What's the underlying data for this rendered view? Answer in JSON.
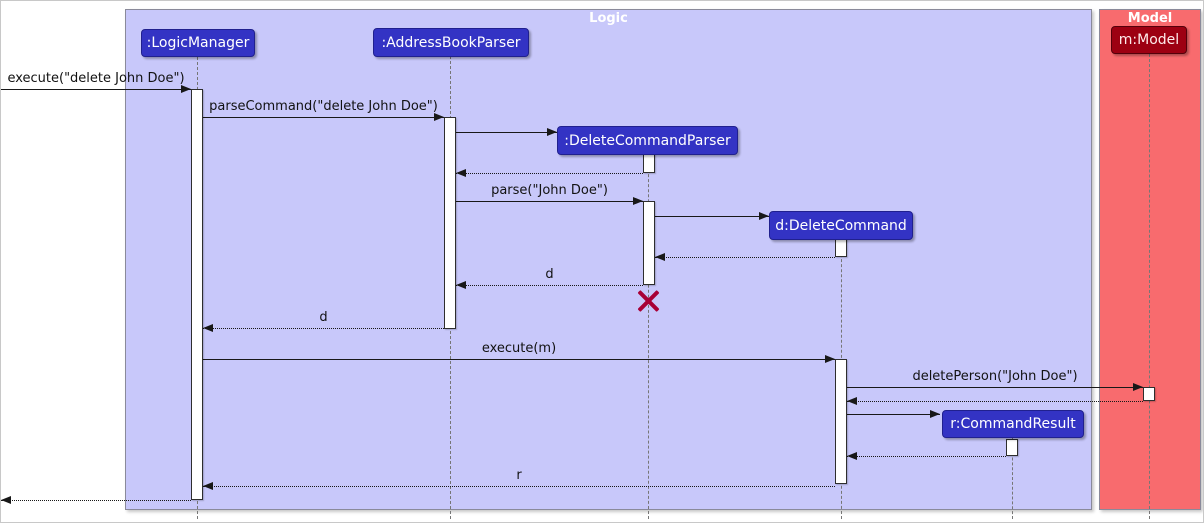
{
  "diagram": {
    "type": "uml-sequence-diagram",
    "frames": [
      {
        "title": "Logic"
      },
      {
        "title": "Model"
      }
    ],
    "participants": [
      {
        "label": ":LogicManager",
        "frame": "Logic"
      },
      {
        "label": ":AddressBookParser",
        "frame": "Logic"
      },
      {
        "label": ":DeleteCommandParser",
        "frame": "Logic"
      },
      {
        "label": "d:DeleteCommand",
        "frame": "Logic"
      },
      {
        "label": "r:CommandResult",
        "frame": "Logic"
      },
      {
        "label": "m:Model",
        "frame": "Model"
      }
    ],
    "messages": [
      {
        "label": "execute(\"delete John Doe\")",
        "kind": "call",
        "from": "(caller)",
        "to": ":LogicManager"
      },
      {
        "label": "parseCommand(\"delete John Doe\")",
        "kind": "call",
        "from": ":LogicManager",
        "to": ":AddressBookParser"
      },
      {
        "label": "",
        "kind": "create",
        "from": ":AddressBookParser",
        "to": ":DeleteCommandParser"
      },
      {
        "label": "",
        "kind": "return",
        "from": ":DeleteCommandParser",
        "to": ":AddressBookParser"
      },
      {
        "label": "parse(\"John Doe\")",
        "kind": "call",
        "from": ":AddressBookParser",
        "to": ":DeleteCommandParser"
      },
      {
        "label": "",
        "kind": "create",
        "from": ":DeleteCommandParser",
        "to": "d:DeleteCommand"
      },
      {
        "label": "",
        "kind": "return",
        "from": "d:DeleteCommand",
        "to": ":DeleteCommandParser"
      },
      {
        "label": "d",
        "kind": "return",
        "from": ":DeleteCommandParser",
        "to": ":AddressBookParser"
      },
      {
        "label": "d",
        "kind": "return",
        "from": ":AddressBookParser",
        "to": ":LogicManager"
      },
      {
        "label": "execute(m)",
        "kind": "call",
        "from": ":LogicManager",
        "to": "d:DeleteCommand"
      },
      {
        "label": "deletePerson(\"John Doe\")",
        "kind": "call",
        "from": "d:DeleteCommand",
        "to": "m:Model"
      },
      {
        "label": "",
        "kind": "return",
        "from": "m:Model",
        "to": "d:DeleteCommand"
      },
      {
        "label": "",
        "kind": "create",
        "from": "d:DeleteCommand",
        "to": "r:CommandResult"
      },
      {
        "label": "",
        "kind": "return",
        "from": "r:CommandResult",
        "to": "d:DeleteCommand"
      },
      {
        "label": "r",
        "kind": "return",
        "from": "d:DeleteCommand",
        "to": ":LogicManager"
      },
      {
        "label": "",
        "kind": "return",
        "from": ":LogicManager",
        "to": "(caller)"
      }
    ],
    "destroy_marker": {
      "participant": ":DeleteCommandParser"
    }
  },
  "colors": {
    "logic_frame_fill": "#C8C8FA",
    "logic_participant_fill": "#3333C4",
    "model_frame_fill": "#F86B6E",
    "model_participant_fill": "#9D0012",
    "frame_title_text": "#FFFFFF",
    "participant_text": "#FFFFFF",
    "arrow": "#181818",
    "lifeline": "#767676",
    "activation_fill": "#FFFFFF",
    "destroy_x": "#A80036"
  }
}
